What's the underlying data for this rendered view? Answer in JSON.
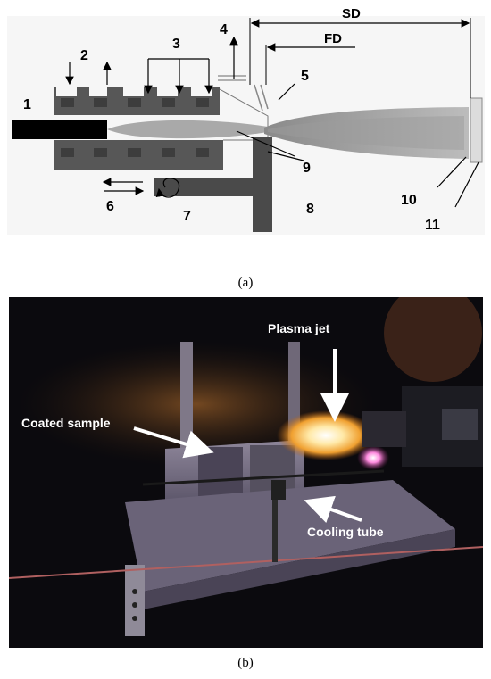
{
  "figure_a": {
    "labels": {
      "n1": "1",
      "n2": "2",
      "n3": "3",
      "n4": "4",
      "n5": "5",
      "n6": "6",
      "n7": "7",
      "n8": "8",
      "n9": "9",
      "n10": "10",
      "n11": "11",
      "sd": "SD",
      "fd": "FD"
    },
    "caption": "(a)"
  },
  "figure_b": {
    "labels": {
      "plasma_jet": "Plasma jet",
      "coated_sample": "Coated sample",
      "cooling_tube": "Cooling tube"
    },
    "caption": "(b)"
  },
  "colors": {
    "torch_body": "#555555",
    "plasma": "#b0b0b0",
    "cathode": "#000000",
    "substrate": "#d8d8d8"
  }
}
